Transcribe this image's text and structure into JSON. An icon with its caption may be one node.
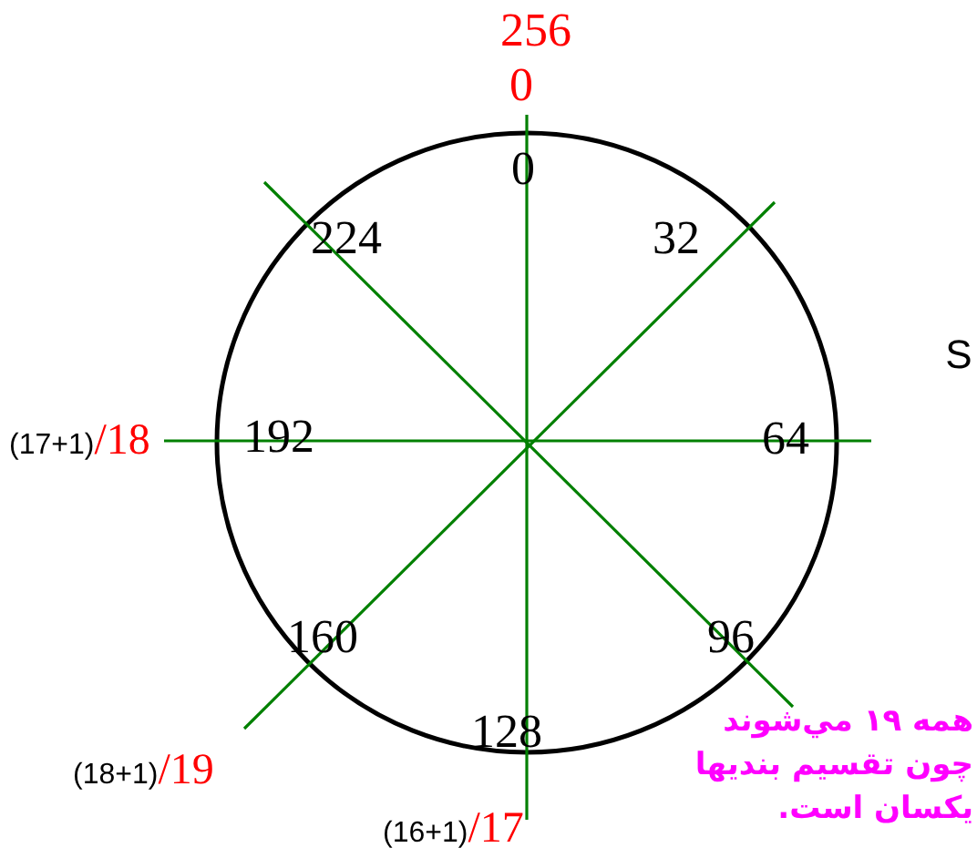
{
  "diagram": {
    "labels": [
      "256",
      "0",
      "0",
      "224",
      "32",
      "S",
      "(17+1)",
      "/18",
      "192",
      "64",
      "160",
      "96",
      "همه **۱۹** مي‌شوند چون تقسیم بندیها یکسان است.",
      "128",
      "(18+1)",
      "/19",
      "(16+1)",
      "/17"
    ]
  }
}
